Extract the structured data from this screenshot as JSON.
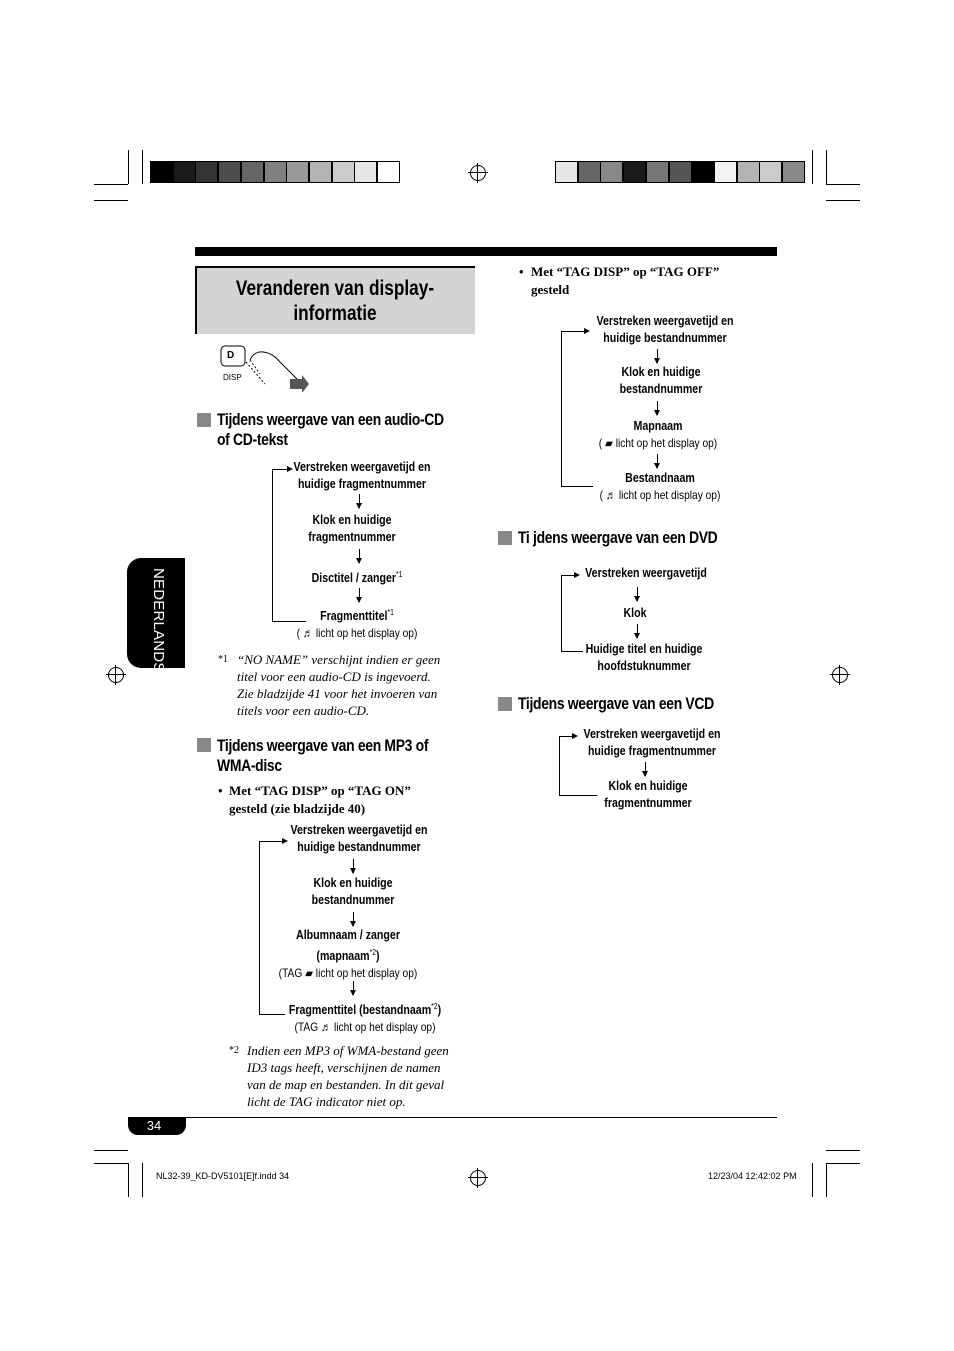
{
  "title": {
    "line1": "Veranderen van display-",
    "line2": "informatie"
  },
  "button_icon": {
    "key": "D",
    "label": "DISP"
  },
  "side_tab": "NEDERLANDS",
  "section_audio": {
    "heading_line1": "Tijdens weergave van een audio-CD",
    "heading_line2": "of CD-tekst",
    "steps": [
      {
        "l1": "Verstreken weergavetijd en",
        "l2": "huidige fragmentnummer"
      },
      {
        "l1": "Klok en huidige",
        "l2": "fragmentnummer"
      },
      {
        "l1": "Disctitel / zanger",
        "sup": "*1"
      },
      {
        "l1": "Fragmenttitel",
        "sup": "*1",
        "note": "( ♬ licht op het display op)"
      }
    ],
    "footnote_mark": "*1",
    "footnote": [
      "“NO NAME” verschijnt indien er geen",
      "titel voor een audio-CD is ingevoerd.",
      "Zie bladzijde 41 voor het invoeren van",
      "titels voor een audio-CD."
    ]
  },
  "section_mp3": {
    "heading_line1": "Tijdens weergave van een MP3 of",
    "heading_line2": "WMA-disc",
    "bullet": "•",
    "bullet_text_line1": "Met “TAG DISP” op “TAG ON”",
    "bullet_text_line2": "gesteld (zie bladzijde 40)",
    "steps": [
      {
        "l1": "Verstreken weergavetijd en",
        "l2": "huidige bestandnummer"
      },
      {
        "l1": "Klok en huidige",
        "l2": "bestandnummer"
      },
      {
        "l1": "Albumnaam / zanger",
        "l2": "(mapnaam",
        "sup": "*2",
        "l2end": ")",
        "note": "(TAG ▰ licht op het display op)"
      },
      {
        "l1": "Fragmenttitel (bestandnaam",
        "sup": "*2",
        "l1end": ")",
        "note": "(TAG ♬ licht op het display op)"
      }
    ],
    "footnote_mark": "*2",
    "footnote": [
      "Indien een MP3 of WMA-bestand geen",
      "ID3 tags heeft, verschijnen de namen",
      "van de map en bestanden. In dit geval",
      "licht de TAG indicator niet op."
    ]
  },
  "section_tagoff": {
    "bullet": "•",
    "bullet_text_line1": "Met “TAG DISP” op “TAG OFF”",
    "bullet_text_line2": "gesteld",
    "steps": [
      {
        "l1": "Verstreken weergavetijd en",
        "l2": "huidige bestandnummer"
      },
      {
        "l1": "Klok en huidige",
        "l2": "bestandnummer"
      },
      {
        "l1": "Mapnaam",
        "note": "( ▰ licht op het display op)"
      },
      {
        "l1": "Bestandnaam",
        "note": "( ♬ licht op het display op)"
      }
    ]
  },
  "section_dvd": {
    "heading": "Ti jdens weergave van een DVD",
    "steps": [
      {
        "l1": "Verstreken weergavetijd"
      },
      {
        "l1": "Klok"
      },
      {
        "l1": "Huidige titel en huidige",
        "l2": "hoofdstuknummer"
      }
    ]
  },
  "section_vcd": {
    "heading": "Tijdens weergave van een VCD",
    "steps": [
      {
        "l1": "Verstreken weergavetijd en",
        "l2": "huidige fragmentnummer"
      },
      {
        "l1": "Klok en huidige",
        "l2": "fragmentnummer"
      }
    ]
  },
  "page_number": "34",
  "footer": {
    "file": "NL32-39_KD-DV5101[E]f.indd   34",
    "date": "12/23/04   12:42:02 PM"
  },
  "colors": {
    "title_bg": "#d4d4d4",
    "tab_bg": "#000000",
    "section_square": "#888888"
  },
  "swatches_left": [
    "#000000",
    "#1a1a1a",
    "#333333",
    "#4d4d4d",
    "#666666",
    "#808080",
    "#999999",
    "#b3b3b3",
    "#cccccc",
    "#e6e6e6",
    "#ffffff"
  ],
  "swatches_right": [
    "#e6e6e6",
    "#666666",
    "#888888",
    "#1a1a1a",
    "#777777",
    "#555555",
    "#000000",
    "#f2f2f2",
    "#b3b3b3",
    "#cccccc",
    "#888888"
  ]
}
